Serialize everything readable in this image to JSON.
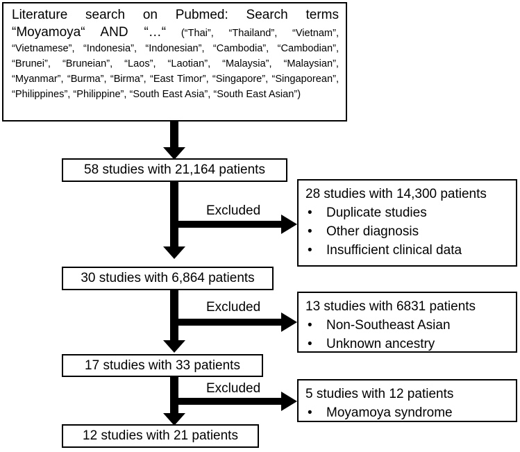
{
  "search": {
    "line1": "Literature search on Pubmed: Search terms",
    "line2_main": "“Moyamoya“ AND “…“",
    "terms": "(“Thai”, “Thailand”, “Vietnam”, “Vietnamese”, “Indonesia”, “Indonesian”, “Cambodia”, “Cambodian”, “Brunei”, “Bruneian”, “Laos”, “Laotian”, “Malaysia”, “Malaysian”, “Myanmar”, “Burma”, “Birma”, “East Timor”, “Singapore”, “Singaporean”, “Philippines”, “Philippine”, “South East Asia”, “South East Asian”)"
  },
  "steps": [
    {
      "label": "58 studies with 21,164 patients"
    },
    {
      "label": "30 studies with 6,864 patients"
    },
    {
      "label": "17 studies with 33 patients"
    },
    {
      "label": "12 studies with 21 patients"
    }
  ],
  "exclusions": [
    {
      "label": "Excluded",
      "title": "28 studies with 14,300 patients",
      "reasons": [
        "Duplicate studies",
        "Other diagnosis",
        "Insufficient clinical data"
      ]
    },
    {
      "label": "Excluded",
      "title": "13 studies with 6831 patients",
      "reasons": [
        "Non-Southeast Asian",
        "Unknown ancestry"
      ]
    },
    {
      "label": "Excluded",
      "title": "5 studies with 12 patients",
      "reasons": [
        "Moyamoya syndrome"
      ]
    }
  ]
}
